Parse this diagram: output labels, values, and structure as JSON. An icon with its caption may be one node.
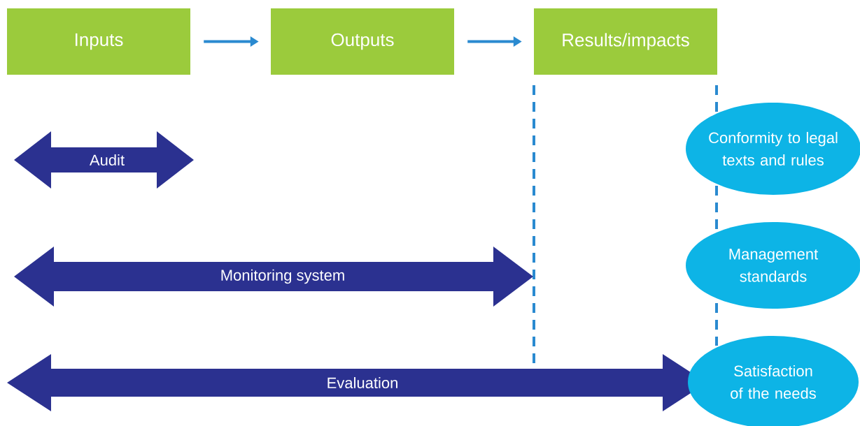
{
  "diagram": {
    "nodes": [
      {
        "text": [
          "Inputs"
        ]
      },
      {
        "text": [
          "Outputs"
        ]
      },
      {
        "text": [
          "Results/impacts"
        ]
      },
      {
        "text": [
          "Audit"
        ]
      },
      {
        "text": [
          "Conformity to legal texts and rules"
        ]
      },
      {
        "text": [
          "Monitoring system"
        ]
      },
      {
        "text": [
          "Management standards"
        ]
      },
      {
        "text": [
          "Evaluation"
        ]
      },
      {
        "text": [
          "Satisfaction of the needs"
        ]
      }
    ],
    "edges": [
      {
        "from": 0,
        "to": 1,
        "arrow": "to"
      },
      {
        "from": 1,
        "to": 2,
        "arrow": "to"
      }
    ]
  }
}
